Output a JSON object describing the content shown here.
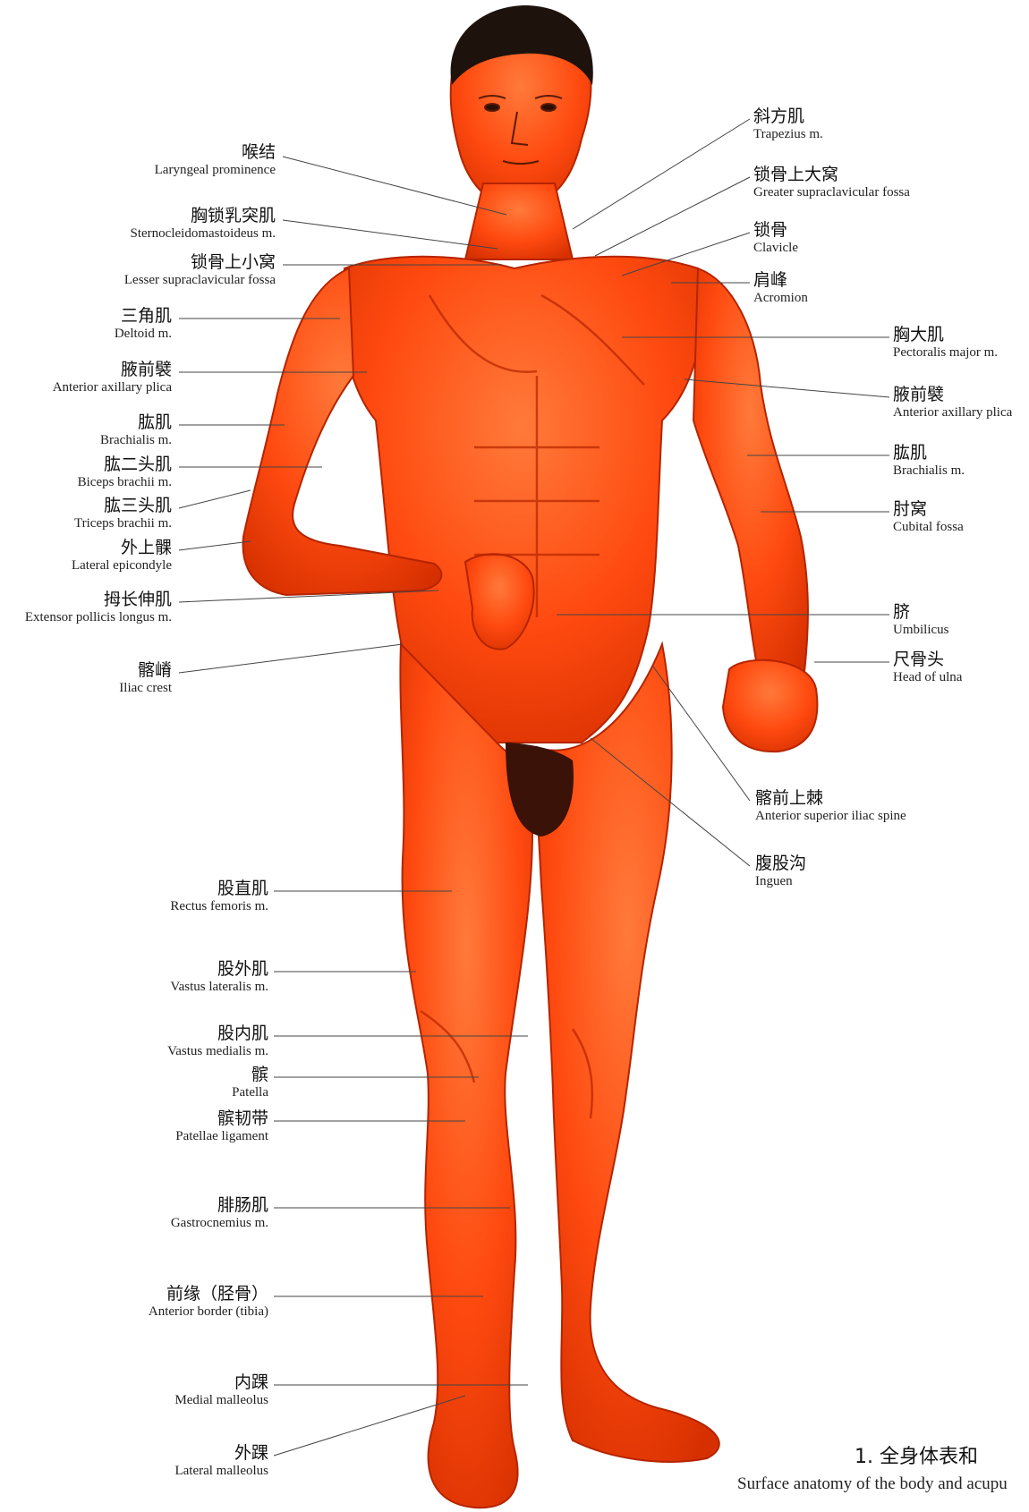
{
  "figure": {
    "caption_title": "1. 全身体表和",
    "caption_subtitle": "Surface anatomy of the body and acupu",
    "colors": {
      "skin": "#ff4a10",
      "skin_shadow": "#c62800",
      "hair": "#1e120c",
      "leader_line": "#444444"
    }
  },
  "labels_left": [
    {
      "zh": "喉结",
      "en": "Laryngeal prominence"
    },
    {
      "zh": "胸锁乳突肌",
      "en": "Sternocleidomastoideus m."
    },
    {
      "zh": "锁骨上小窝",
      "en": "Lesser supraclavicular fossa"
    },
    {
      "zh": "三角肌",
      "en": "Deltoid m."
    },
    {
      "zh": "腋前襞",
      "en": "Anterior axillary plica"
    },
    {
      "zh": "肱肌",
      "en": "Brachialis m."
    },
    {
      "zh": "肱二头肌",
      "en": "Biceps brachii m."
    },
    {
      "zh": "肱三头肌",
      "en": "Triceps brachii m."
    },
    {
      "zh": "外上髁",
      "en": "Lateral epicondyle"
    },
    {
      "zh": "拇长伸肌",
      "en": "Extensor pollicis longus m."
    },
    {
      "zh": "髂嵴",
      "en": "Iliac crest"
    },
    {
      "zh": "股直肌",
      "en": "Rectus femoris m."
    },
    {
      "zh": "股外肌",
      "en": "Vastus lateralis m."
    },
    {
      "zh": "股内肌",
      "en": "Vastus medialis m."
    },
    {
      "zh": "髌",
      "en": "Patella"
    },
    {
      "zh": "髌韧带",
      "en": "Patellae ligament"
    },
    {
      "zh": "腓肠肌",
      "en": "Gastrocnemius m."
    },
    {
      "zh": "前缘（胫骨）",
      "en": "Anterior border (tibia)"
    },
    {
      "zh": "内踝",
      "en": "Medial malleolus"
    },
    {
      "zh": "外踝",
      "en": "Lateral malleolus"
    }
  ],
  "labels_right": [
    {
      "zh": "斜方肌",
      "en": "Trapezius m."
    },
    {
      "zh": "锁骨上大窝",
      "en": "Greater supraclavicular fossa"
    },
    {
      "zh": "锁骨",
      "en": "Clavicle"
    },
    {
      "zh": "肩峰",
      "en": "Acromion"
    },
    {
      "zh": "胸大肌",
      "en": "Pectoralis major m."
    },
    {
      "zh": "腋前襞",
      "en": "Anterior axillary plica"
    },
    {
      "zh": "肱肌",
      "en": "Brachialis m."
    },
    {
      "zh": "肘窝",
      "en": "Cubital fossa"
    },
    {
      "zh": "脐",
      "en": "Umbilicus"
    },
    {
      "zh": "尺骨头",
      "en": "Head of ulna"
    },
    {
      "zh": "髂前上棘",
      "en": "Anterior superior iliac spine"
    },
    {
      "zh": "腹股沟",
      "en": "Inguen"
    }
  ]
}
